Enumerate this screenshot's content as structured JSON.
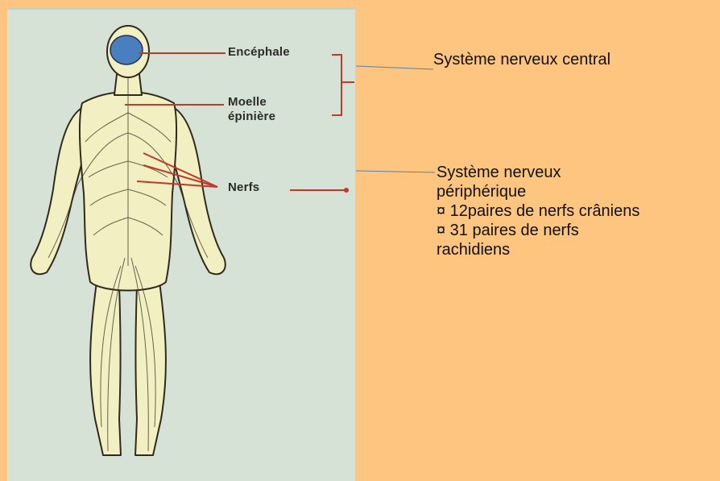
{
  "figure": {
    "labels": {
      "brain": "Encéphale",
      "spinal_cord_line1": "Moelle",
      "spinal_cord_line2": "épinière",
      "nerves": "Nerfs"
    },
    "colors": {
      "background": "#FDC57F",
      "panel": "#D6E2D6",
      "body_fill": "#F2EFC3",
      "body_outline": "#2f2a1c",
      "brain": "#4A7FBF",
      "leader_lines": "#C0392B",
      "connector_lines": "#5B7FA8"
    }
  },
  "annotations": {
    "central": "Système nerveux central",
    "peripheral": {
      "title_line1": "Système nerveux",
      "title_line2": "périphérique",
      "item1": "¤ 12paires de nerfs crâniens",
      "item2_line1": "¤ 31 paires de nerfs",
      "item2_line2": "rachidiens"
    }
  }
}
